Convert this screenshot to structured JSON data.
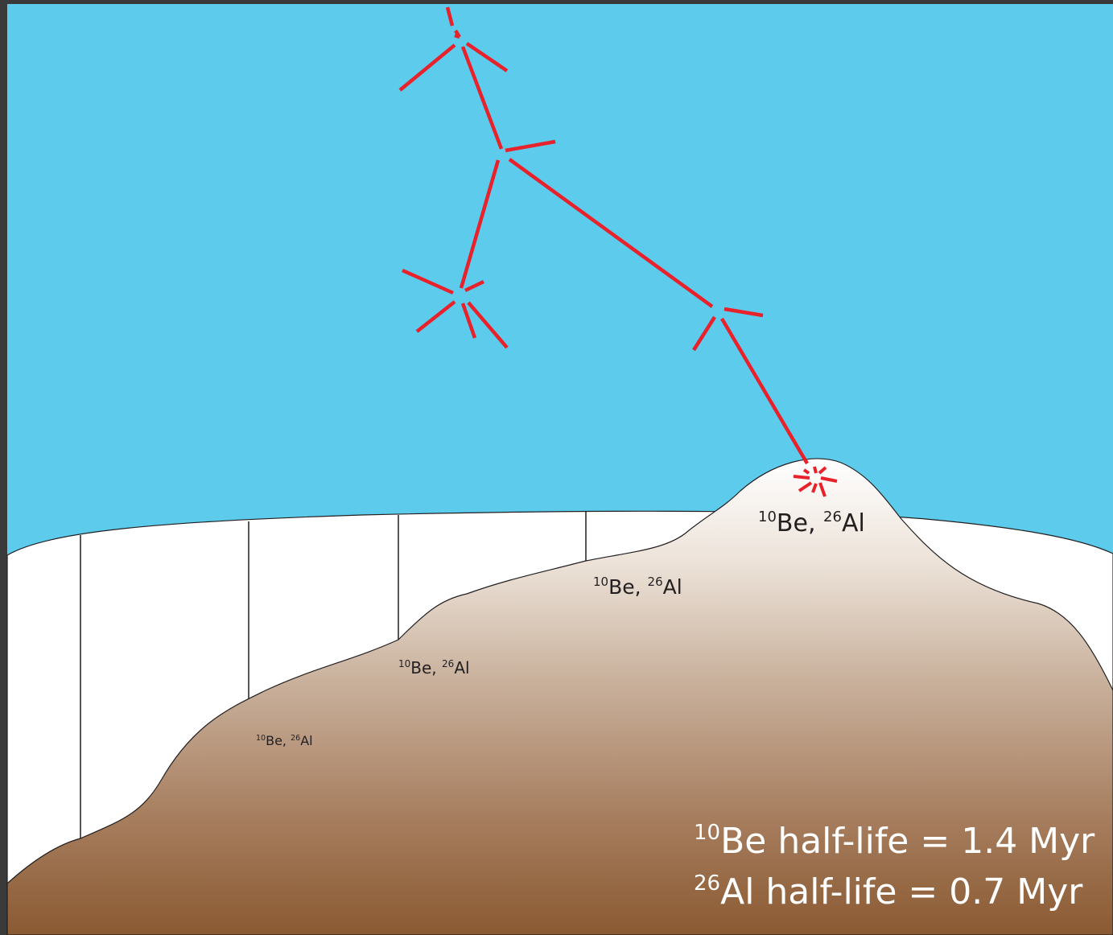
{
  "colors": {
    "sky": "#5ccbec",
    "ice": "#ffffff",
    "rock_top": "#ffffff",
    "rock_mid": "#c8b19c",
    "rock_bottom": "#8a5a32",
    "ray": "#e8212b",
    "frame": "#3a3a3a"
  },
  "labels": [
    {
      "sup1": "10",
      "base1": "Be, ",
      "sup2": "26",
      "base2": "Al"
    },
    {
      "sup1": "10",
      "base1": "Be, ",
      "sup2": "26",
      "base2": "Al"
    },
    {
      "sup1": "10",
      "base1": "Be, ",
      "sup2": "26",
      "base2": "Al"
    },
    {
      "sup1": "10",
      "base1": "Be, ",
      "sup2": "26",
      "base2": "Al"
    }
  ],
  "legend": {
    "line1": {
      "sup": "10",
      "text": "Be half-life = 1.4 Myr"
    },
    "line2": {
      "sup": "26",
      "text": "Al half-life = 0.7 Myr"
    }
  }
}
